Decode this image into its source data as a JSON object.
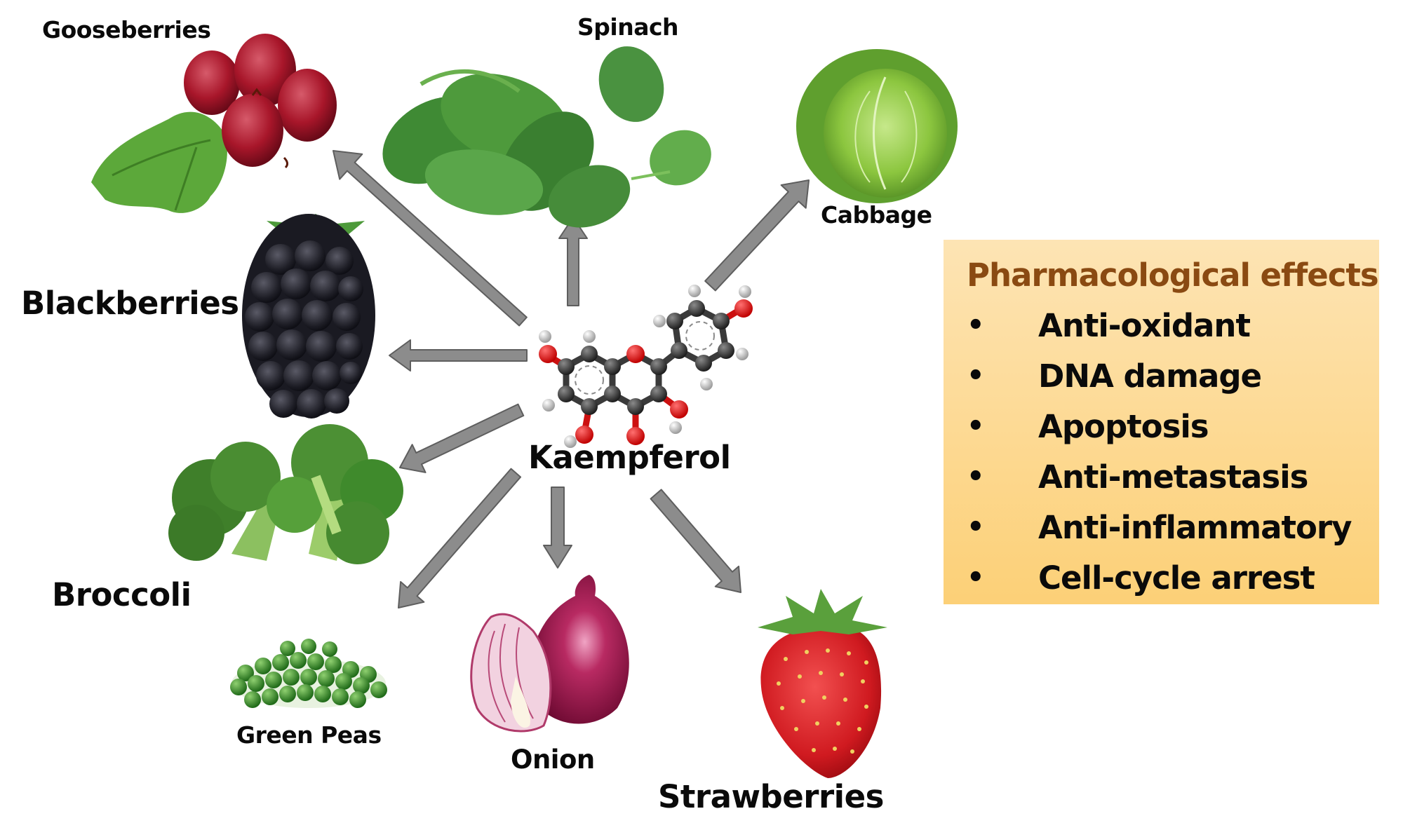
{
  "figure": {
    "center_compound": "Kaempferol",
    "sources": [
      {
        "id": "gooseberries",
        "label": "Gooseberries"
      },
      {
        "id": "spinach",
        "label": "Spinach"
      },
      {
        "id": "cabbage",
        "label": "Cabbage"
      },
      {
        "id": "blackberries",
        "label": "Blackberries"
      },
      {
        "id": "broccoli",
        "label": "Broccoli"
      },
      {
        "id": "green_peas",
        "label": "Green Peas"
      },
      {
        "id": "onion",
        "label": "Onion"
      },
      {
        "id": "strawberries",
        "label": "Strawberries"
      }
    ],
    "effects_panel": {
      "title": "Pharmacological effects",
      "bullet": "•",
      "items": [
        "Anti-oxidant",
        "DNA damage",
        "Apoptosis",
        "Anti-metastasis",
        "Anti-inflammatory",
        "Cell-cycle arrest"
      ]
    }
  },
  "colors": {
    "arrow_fill": "#8c8c8c",
    "arrow_stroke": "#5e5e5e",
    "effects_title": "#8a4a12",
    "effects_bg_top": "#fde4b4",
    "effects_bg_bottom": "#fcd077",
    "atom_carbon": "#333333",
    "atom_oxygen": "#e01010",
    "atom_hydrogen": "#e8e8e8"
  }
}
